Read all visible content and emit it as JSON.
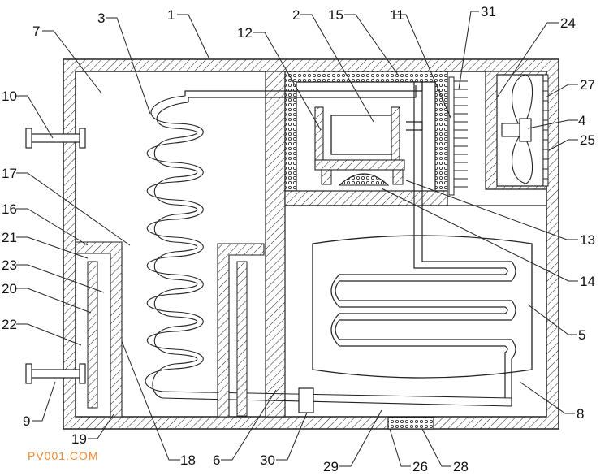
{
  "callouts": [
    {
      "id": "c1",
      "text": "1"
    },
    {
      "id": "c2",
      "text": "2"
    },
    {
      "id": "c3",
      "text": "3"
    },
    {
      "id": "c4",
      "text": "4"
    },
    {
      "id": "c5",
      "text": "5"
    },
    {
      "id": "c6",
      "text": "6"
    },
    {
      "id": "c7",
      "text": "7"
    },
    {
      "id": "c8",
      "text": "8"
    },
    {
      "id": "c9",
      "text": "9"
    },
    {
      "id": "c10",
      "text": "10"
    },
    {
      "id": "c11",
      "text": "11"
    },
    {
      "id": "c12",
      "text": "12"
    },
    {
      "id": "c13",
      "text": "13"
    },
    {
      "id": "c14",
      "text": "14"
    },
    {
      "id": "c15",
      "text": "15"
    },
    {
      "id": "c16",
      "text": "16"
    },
    {
      "id": "c17",
      "text": "17"
    },
    {
      "id": "c18",
      "text": "18"
    },
    {
      "id": "c19",
      "text": "19"
    },
    {
      "id": "c20",
      "text": "20"
    },
    {
      "id": "c21",
      "text": "21"
    },
    {
      "id": "c22",
      "text": "22"
    },
    {
      "id": "c23",
      "text": "23"
    },
    {
      "id": "c24",
      "text": "24"
    },
    {
      "id": "c25",
      "text": "25"
    },
    {
      "id": "c26",
      "text": "26"
    },
    {
      "id": "c27",
      "text": "27"
    },
    {
      "id": "c28",
      "text": "28"
    },
    {
      "id": "c29",
      "text": "29"
    },
    {
      "id": "c30",
      "text": "30"
    },
    {
      "id": "c31",
      "text": "31"
    }
  ],
  "watermark": "PV001.COM",
  "colors": {
    "line": "#222222",
    "watermark": "#f08a30"
  }
}
